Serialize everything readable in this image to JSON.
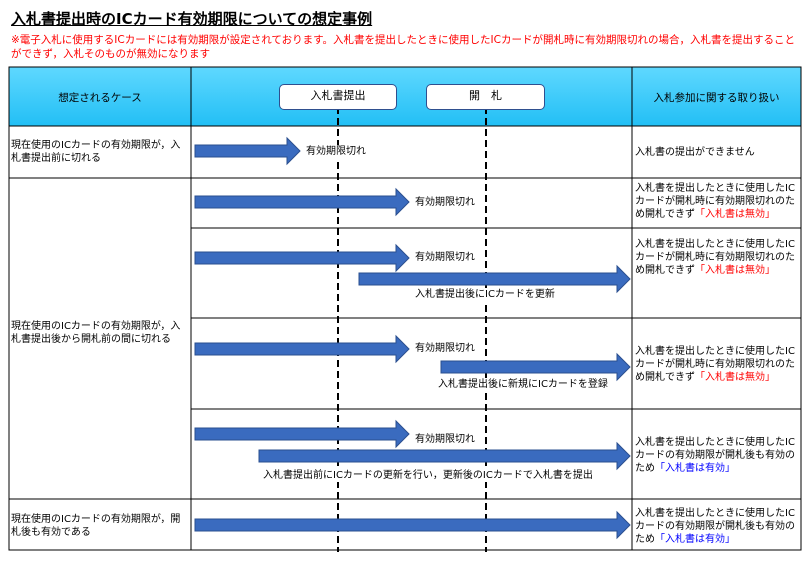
{
  "title": "入札書提出時のICカード有効期限についての想定事例",
  "note": "※電子入札に使用するICカードには有効期限が設定されております。入札書を提出したときに使用したICカードが開札時に有効期限切れの場合，入札書を提出することができず，入札そのものが無効になります",
  "header": {
    "case_col": "想定されるケース",
    "submit": "入札書提出",
    "opening": "開　札",
    "handling_col": "入札参加に関する取り扱い"
  },
  "cases": {
    "case1": "現在使用のICカードの有効期限が，入札書提出前に切れる",
    "case2": "現在使用のICカードの有効期限が，入札書提出後から開札前の間に切れる",
    "case3": "現在使用のICカードの有効期限が，開札後も有効である"
  },
  "labels": {
    "expired": "有効期限切れ",
    "renew_after": "入札書提出後にICカードを更新",
    "register_new": "入札書提出後に新規にICカードを登録",
    "renew_before": "入札書提出前にICカードの更新を行い，更新後のICカードで入札書を提出"
  },
  "results": {
    "r1": "入札書の提出ができません",
    "invalid_prefix": "入札書を提出したときに使用したICカードが開札時に有効期限切れのため開札できず",
    "invalid_tag": "「入札書は無効」",
    "valid_prefix": "入札書を提出したときに使用したICカードの有効期限が開札後も有効のため",
    "valid_tag": "「入札書は有効」"
  },
  "colors": {
    "header_bg": "#33ccff",
    "arrow_fill": "#3a6bbf",
    "arrow_stroke": "#2a4f8f",
    "invalid_text": "#ff0000",
    "valid_text": "#0000ff"
  }
}
